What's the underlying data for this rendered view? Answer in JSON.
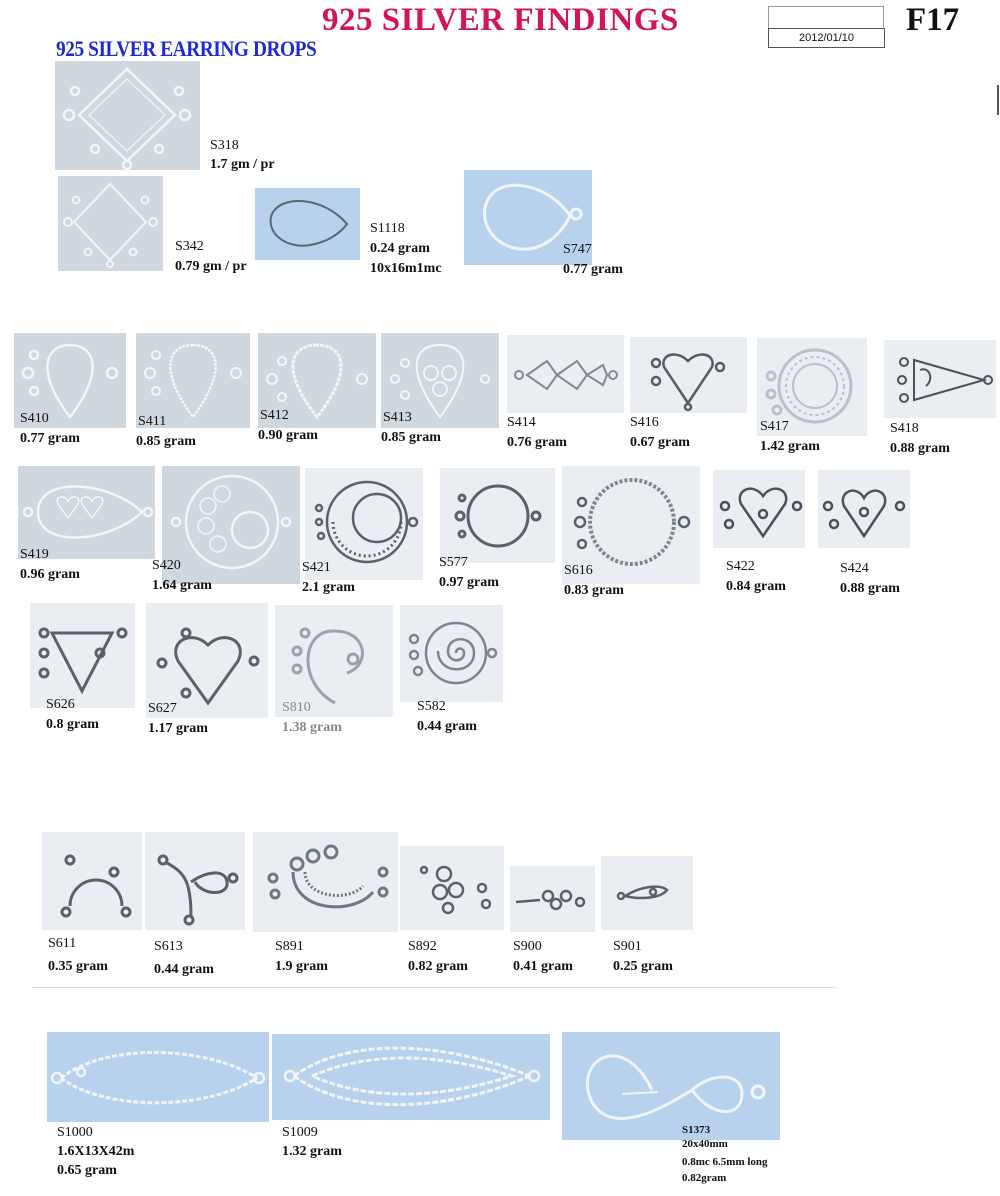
{
  "header": {
    "title": "925 SILVER FINDINGS",
    "subtitle": "925 SILVER EARRING DROPS",
    "date": "2012/01/10",
    "page_code": "F17"
  },
  "items": [
    {
      "code": "S318",
      "line1": "1.7 gm / pr"
    },
    {
      "code": "S342",
      "line1": "0.79 gm / pr"
    },
    {
      "code": "S1118",
      "line1": "0.24 gram",
      "line2": "10x16m1mc"
    },
    {
      "code": "S747",
      "line1": "0.77 gram"
    },
    {
      "code": "S410",
      "line1": "0.77 gram"
    },
    {
      "code": "S411",
      "line1": "0.85 gram"
    },
    {
      "code": "S412",
      "line1": "0.90 gram"
    },
    {
      "code": "S413",
      "line1": "0.85 gram"
    },
    {
      "code": "S414",
      "line1": "0.76 gram"
    },
    {
      "code": "S416",
      "line1": "0.67 gram"
    },
    {
      "code": "S417",
      "line1": "1.42 gram"
    },
    {
      "code": "S418",
      "line1": "0.88 gram"
    },
    {
      "code": "S419",
      "line1": "0.96 gram"
    },
    {
      "code": "S420",
      "line1": "1.64 gram"
    },
    {
      "code": "S421",
      "line1": "2.1 gram"
    },
    {
      "code": "S577",
      "line1": "0.97 gram"
    },
    {
      "code": "S616",
      "line1": "0.83 gram"
    },
    {
      "code": "S422",
      "line1": "0.84 gram"
    },
    {
      "code": "S424",
      "line1": "0.88 gram"
    },
    {
      "code": "S626",
      "line1": "0.8 gram"
    },
    {
      "code": "S627",
      "line1": "1.17 gram"
    },
    {
      "code": "S810",
      "line1": "1.38 gram"
    },
    {
      "code": "S582",
      "line1": "0.44 gram"
    },
    {
      "code": "S611",
      "line1": "0.35 gram"
    },
    {
      "code": "S613",
      "line1": "0.44 gram"
    },
    {
      "code": "S891",
      "line1": "1.9 gram"
    },
    {
      "code": "S892",
      "line1": "0.82 gram"
    },
    {
      "code": "S900",
      "line1": "0.41 gram"
    },
    {
      "code": "S901",
      "line1": "0.25 gram"
    },
    {
      "code": "S1000",
      "line1": "1.6X13X42m",
      "line2": "0.65 gram"
    },
    {
      "code": "S1009",
      "line1": "1.32 gram"
    },
    {
      "code": "S1373",
      "line1": "20x40mm",
      "line2": "0.8mc 6.5mm long",
      "line3": "0.82gram"
    }
  ]
}
